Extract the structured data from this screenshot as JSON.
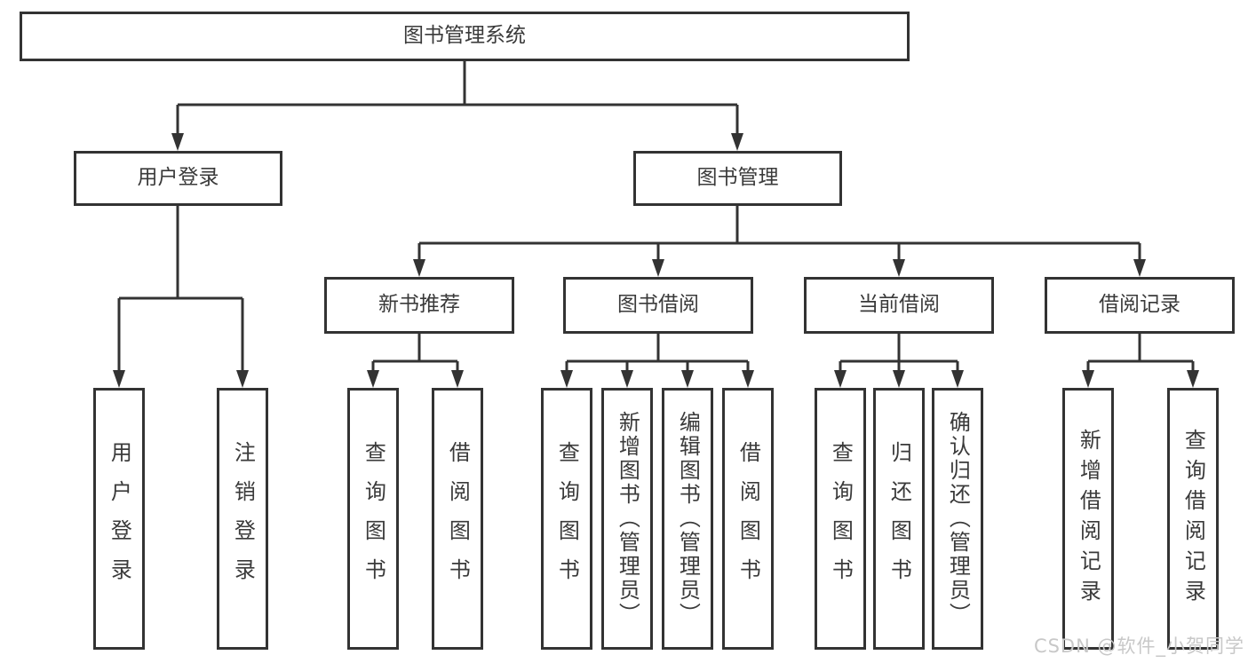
{
  "diagram": {
    "root": {
      "label": "图书管理系统"
    },
    "branches": [
      {
        "label": "用户登录",
        "children": [
          {
            "label": "用户登录"
          },
          {
            "label": "注销登录"
          }
        ]
      },
      {
        "label": "图书管理",
        "children": [
          {
            "label": "新书推荐",
            "children": [
              {
                "label": "查询图书"
              },
              {
                "label": "借阅图书"
              }
            ]
          },
          {
            "label": "图书借阅",
            "children": [
              {
                "label": "查询图书"
              },
              {
                "label": "新增图书（管理员）"
              },
              {
                "label": "编辑图书（管理员）"
              },
              {
                "label": "借阅图书"
              }
            ]
          },
          {
            "label": "当前借阅",
            "children": [
              {
                "label": "查询图书"
              },
              {
                "label": "归还图书"
              },
              {
                "label": "确认归还（管理员）"
              }
            ]
          },
          {
            "label": "借阅记录",
            "children": [
              {
                "label": "新增借阅记录"
              },
              {
                "label": "查询借阅记录"
              }
            ]
          }
        ]
      }
    ]
  },
  "watermark": "CSDN @软件_小贺同学",
  "colors": {
    "line": "#333333",
    "box_border": "#333333",
    "text": "#3a3a3a",
    "watermark": "#c8c8c8",
    "background": "#ffffff"
  }
}
